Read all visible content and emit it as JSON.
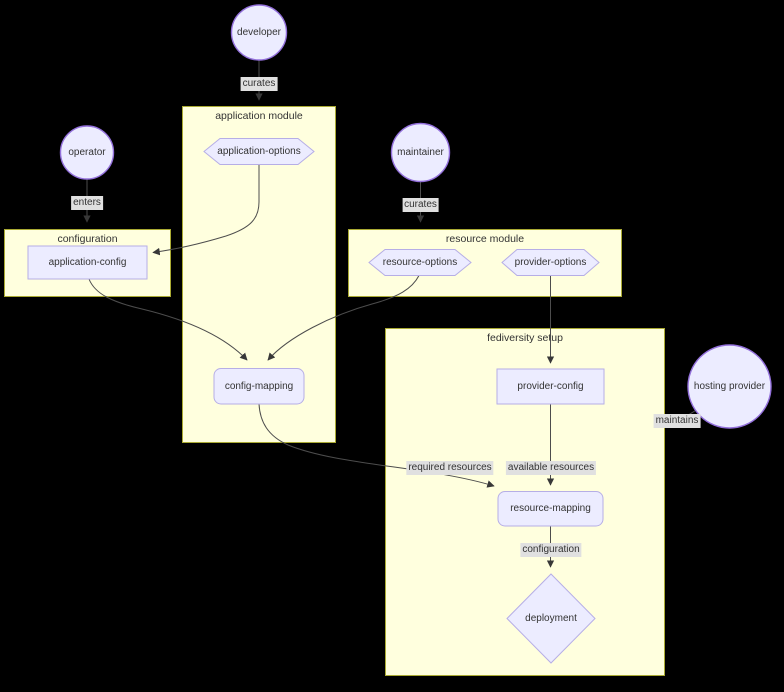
{
  "colors": {
    "background": "#000000",
    "node_fill": "#ECECFF",
    "node_border_strong": "#9370DB",
    "node_border_soft": "#b6aee6",
    "cluster_fill": "#ffffde",
    "cluster_border": "#aaaa33",
    "edge_color": "#4d4d4d",
    "arrow_color": "#383838",
    "label_bg": "#e0e0e0",
    "text_color": "#333333"
  },
  "clusters": {
    "application_module": {
      "label": "application module"
    },
    "configuration": {
      "label": "configuration"
    },
    "resource_module": {
      "label": "resource module"
    },
    "fediversity_setup": {
      "label": "fediversity setup"
    }
  },
  "nodes": {
    "developer": {
      "label": "developer",
      "shape": "circle"
    },
    "operator": {
      "label": "operator",
      "shape": "circle"
    },
    "maintainer": {
      "label": "maintainer",
      "shape": "circle"
    },
    "hosting_provider": {
      "label": "hosting provider",
      "shape": "circle"
    },
    "application_options": {
      "label": "application-options",
      "shape": "hexagon"
    },
    "resource_options": {
      "label": "resource-options",
      "shape": "hexagon"
    },
    "provider_options": {
      "label": "provider-options",
      "shape": "hexagon"
    },
    "application_config": {
      "label": "application-config",
      "shape": "rect"
    },
    "provider_config": {
      "label": "provider-config",
      "shape": "rect"
    },
    "config_mapping": {
      "label": "config-mapping",
      "shape": "rounded-rect"
    },
    "resource_mapping": {
      "label": "resource-mapping",
      "shape": "rounded-rect"
    },
    "deployment": {
      "label": "deployment",
      "shape": "diamond"
    }
  },
  "edge_labels": {
    "curates_developer": {
      "label": "curates"
    },
    "enters_operator": {
      "label": "enters"
    },
    "curates_maintainer": {
      "label": "curates"
    },
    "maintains_hosting_provider": {
      "label": "maintains"
    },
    "required_resources": {
      "label": "required resources"
    },
    "available_resources": {
      "label": "available resources"
    },
    "configuration_edge": {
      "label": "configuration"
    }
  }
}
